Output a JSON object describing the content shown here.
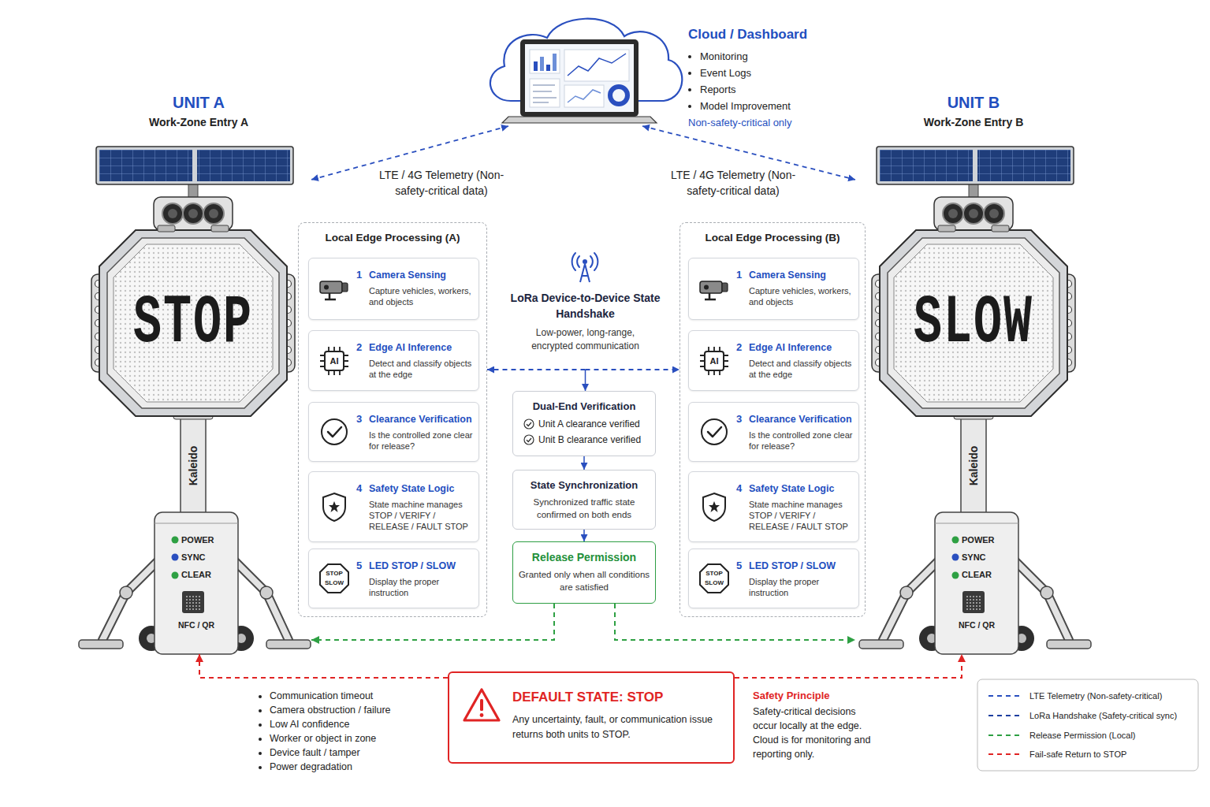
{
  "diagram": {
    "nodes": [
      {
        "text": [
          "Cloud / Dashboard",
          "Monitoring",
          "Event Logs",
          "Reports",
          "Model Improvement",
          "Non-safety-critical only"
        ]
      },
      {
        "text": [
          "UNIT A",
          "Work-Zone Entry A"
        ]
      },
      {
        "text": [
          "STOP"
        ],
        "in": 1
      },
      {
        "text": [
          "POWER",
          "SYNC",
          "CLEAR",
          "NFC / QR"
        ],
        "in": 1
      },
      {
        "text": [
          "Local Edge Processing (A)"
        ]
      },
      {
        "text": [
          "1",
          "Camera Sensing",
          "Capture vehicles, workers, and objects"
        ],
        "in": 4
      },
      {
        "text": [
          "2",
          "Edge AI Inference",
          "Detect and classify objects at the edge"
        ],
        "in": 4
      },
      {
        "text": [
          "3",
          "Clearance Verification",
          "Is the controlled zone clear for release?"
        ],
        "in": 4
      },
      {
        "text": [
          "4",
          "Safety State Logic",
          "State machine manages STOP / VERIFY / RELEASE / FAULT STOP"
        ],
        "in": 4
      },
      {
        "text": [
          "5",
          "LED STOP / SLOW",
          "Display the proper instruction"
        ],
        "in": 4
      },
      {
        "text": [
          "LoRa Device-to-Device State Handshake",
          "Low-power, long-range, encrypted communication"
        ]
      },
      {
        "text": [
          "Dual-End Verification",
          "Unit A clearance verified",
          "Unit B clearance verified"
        ]
      },
      {
        "text": [
          "State Synchronization",
          "Synchronized traffic state confirmed on both ends"
        ]
      },
      {
        "text": [
          "Release Permission",
          "Granted only when all conditions are satisfied"
        ]
      },
      {
        "text": [
          "UNIT B",
          "Work-Zone Entry B"
        ]
      },
      {
        "text": [
          "SLOW"
        ],
        "in": 14
      },
      {
        "text": [
          "POWER",
          "SYNC",
          "CLEAR",
          "NFC / QR"
        ],
        "in": 14
      },
      {
        "text": [
          "Local Edge Processing (B)"
        ]
      },
      {
        "text": [
          "1",
          "Camera Sensing",
          "Capture vehicles, workers, and objects"
        ],
        "in": 17
      },
      {
        "text": [
          "2",
          "Edge AI Inference",
          "Detect and classify objects at the edge"
        ],
        "in": 17
      },
      {
        "text": [
          "3",
          "Clearance Verification",
          "Is the controlled zone clear for release?"
        ],
        "in": 17
      },
      {
        "text": [
          "4",
          "Safety State Logic",
          "State machine manages STOP / VERIFY / RELEASE / FAULT STOP"
        ],
        "in": 17
      },
      {
        "text": [
          "5",
          "LED STOP / SLOW",
          "Display the proper instruction"
        ],
        "in": 17
      },
      {
        "text": [
          "DEFAULT STATE: STOP",
          "Any uncertainty, fault, or communication issue returns both units to STOP."
        ]
      }
    ],
    "edges": [
      {
        "from": 0,
        "to": 1,
        "arrow": "both",
        "label": "LTE / 4G Telemetry (Non-safety-critical data)"
      },
      {
        "from": 0,
        "to": 14,
        "arrow": "both",
        "label": "LTE / 4G Telemetry (Non-safety-critical data)"
      },
      {
        "from": 10,
        "to": 4,
        "arrow": "to"
      },
      {
        "from": 10,
        "to": 17,
        "arrow": "to"
      },
      {
        "from": 10,
        "to": 11,
        "arrow": "to"
      },
      {
        "from": 11,
        "to": 12,
        "arrow": "to"
      },
      {
        "from": 12,
        "to": 13,
        "arrow": "to"
      },
      {
        "from": 13,
        "to": 1,
        "arrow": "to"
      },
      {
        "from": 13,
        "to": 14,
        "arrow": "to"
      },
      {
        "from": 23,
        "to": 1,
        "arrow": "to"
      },
      {
        "from": 23,
        "to": 14,
        "arrow": "to"
      }
    ],
    "labels": [
      "Kaleido",
      "AI",
      "STOP",
      "SLOW",
      "Kaleido",
      "AI",
      "STOP",
      "SLOW",
      "Communication timeout",
      "Camera obstruction / failure",
      "Low AI confidence",
      "Worker or object in zone",
      "Device fault / tamper",
      "Power degradation",
      "Safety Principle",
      "Safety-critical decisions occur locally at the edge. Cloud is for monitoring and reporting only."
    ],
    "legend": [
      {
        "text": "LTE Telemetry (Non-safety-critical)"
      },
      {
        "text": "LoRa Handshake (Safety-critical sync)"
      },
      {
        "text": "Release Permission (Local)"
      },
      {
        "text": "Fail-safe Return to STOP"
      }
    ]
  }
}
